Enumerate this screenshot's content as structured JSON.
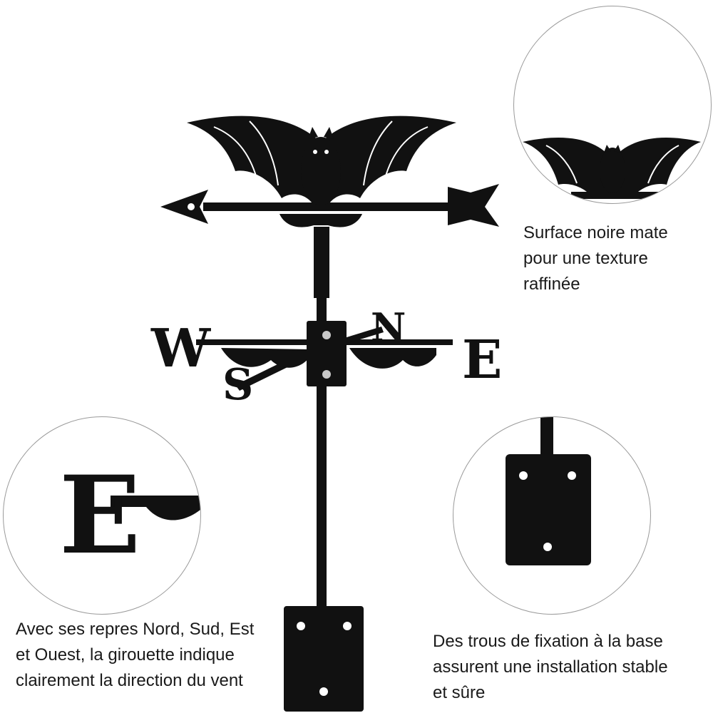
{
  "product": {
    "compass_letters": {
      "north": "N",
      "south": "S",
      "east": "E",
      "west": "W"
    },
    "icons": [
      "bat-silhouette-icon",
      "arrow-pointer-icon",
      "mounting-plate-icon",
      "screw-icon"
    ],
    "colors": {
      "metal": "#111111",
      "background": "#ffffff",
      "circle_border": "#9a9a9a"
    }
  },
  "features": [
    {
      "id": "finish",
      "lines": [
        "Surface noire mate",
        "pour une texture",
        "raffinée"
      ]
    },
    {
      "id": "directions",
      "lines": [
        "Avec ses repres Nord, Sud, Est",
        "et Ouest, la girouette indique",
        "clairement la direction du vent"
      ]
    },
    {
      "id": "mounting",
      "lines": [
        "Des trous de fixation à la base",
        "assurent une installation stable",
        "et sûre"
      ]
    }
  ],
  "detail_letter": "E"
}
